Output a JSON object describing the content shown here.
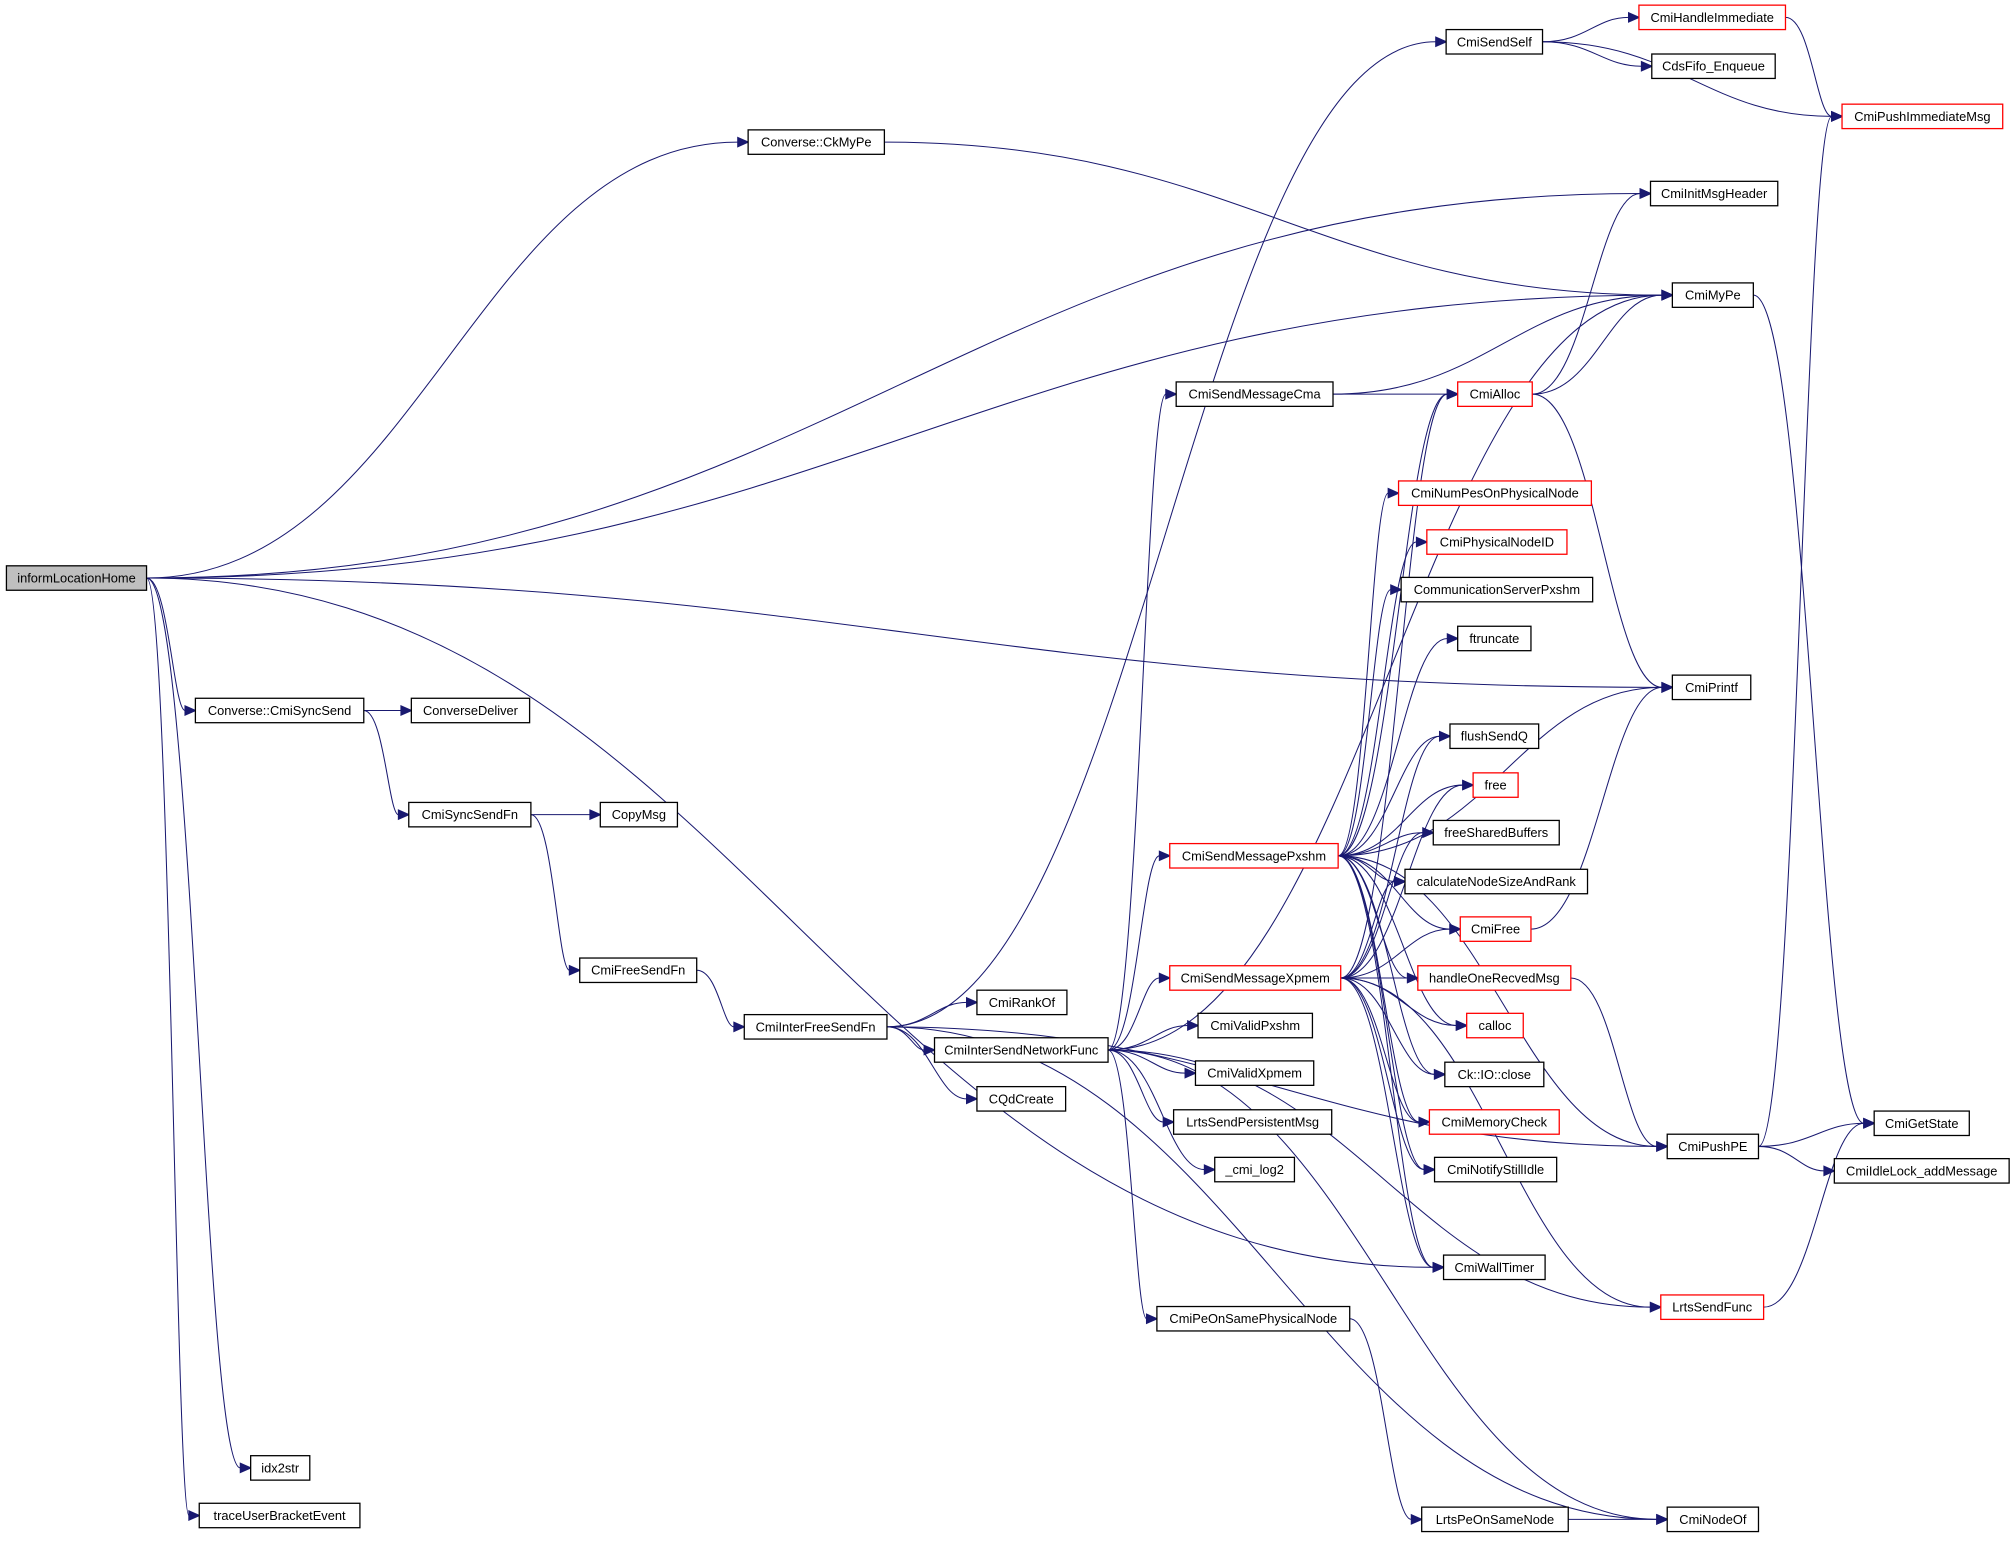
{
  "graph": {
    "type": "call-graph",
    "root": "informLocationHome",
    "colors": {
      "edge": "#191970",
      "node_border_default": "#000000",
      "node_border_truncated": "#ff0000",
      "root_fill": "#bfbfbf",
      "node_fill": "#ffffff"
    },
    "nodes": [
      {
        "id": "informLocationHome",
        "label": "informLocationHome",
        "style": "root"
      },
      {
        "id": "CkMyPe",
        "label": "Converse::CkMyPe",
        "style": "normal"
      },
      {
        "id": "CmiSendSelf",
        "label": "CmiSendSelf",
        "style": "normal"
      },
      {
        "id": "CmiHandleImmediate",
        "label": "CmiHandleImmediate",
        "style": "truncated"
      },
      {
        "id": "CdsFifo_Enqueue",
        "label": "CdsFifo_Enqueue",
        "style": "normal"
      },
      {
        "id": "CmiPushImmediateMsg",
        "label": "CmiPushImmediateMsg",
        "style": "truncated"
      },
      {
        "id": "CmiInitMsgHeader",
        "label": "CmiInitMsgHeader",
        "style": "normal"
      },
      {
        "id": "CmiMyPe",
        "label": "CmiMyPe",
        "style": "normal"
      },
      {
        "id": "CmiSendMessageCma",
        "label": "CmiSendMessageCma",
        "style": "normal"
      },
      {
        "id": "CmiAlloc",
        "label": "CmiAlloc",
        "style": "truncated"
      },
      {
        "id": "CmiNumPesOnPhysicalNode",
        "label": "CmiNumPesOnPhysicalNode",
        "style": "truncated"
      },
      {
        "id": "CmiPhysicalNodeID",
        "label": "CmiPhysicalNodeID",
        "style": "truncated"
      },
      {
        "id": "CommunicationServerPxshm",
        "label": "CommunicationServerPxshm",
        "style": "normal"
      },
      {
        "id": "ftruncate",
        "label": "ftruncate",
        "style": "normal"
      },
      {
        "id": "CmiPrintf",
        "label": "CmiPrintf",
        "style": "normal"
      },
      {
        "id": "flushSendQ",
        "label": "flushSendQ",
        "style": "normal"
      },
      {
        "id": "free",
        "label": "free",
        "style": "truncated"
      },
      {
        "id": "freeSharedBuffers",
        "label": "freeSharedBuffers",
        "style": "normal"
      },
      {
        "id": "CmiSendMessagePxshm",
        "label": "CmiSendMessagePxshm",
        "style": "truncated"
      },
      {
        "id": "calculateNodeSizeAndRank",
        "label": "calculateNodeSizeAndRank",
        "style": "normal"
      },
      {
        "id": "CmiFree",
        "label": "CmiFree",
        "style": "truncated"
      },
      {
        "id": "CmiSendMessageXpmem",
        "label": "CmiSendMessageXpmem",
        "style": "truncated"
      },
      {
        "id": "handleOneRecvedMsg",
        "label": "handleOneRecvedMsg",
        "style": "truncated"
      },
      {
        "id": "calloc",
        "label": "calloc",
        "style": "truncated"
      },
      {
        "id": "CmiRankOf",
        "label": "CmiRankOf",
        "style": "normal"
      },
      {
        "id": "CmiInterFreeSendFn",
        "label": "CmiInterFreeSendFn",
        "style": "normal"
      },
      {
        "id": "CmiInterSendNetworkFunc",
        "label": "CmiInterSendNetworkFunc",
        "style": "normal"
      },
      {
        "id": "CmiValidPxshm",
        "label": "CmiValidPxshm",
        "style": "normal"
      },
      {
        "id": "CQdCreate",
        "label": "CQdCreate",
        "style": "normal"
      },
      {
        "id": "CmiValidXpmem",
        "label": "CmiValidXpmem",
        "style": "normal"
      },
      {
        "id": "CkIOclose",
        "label": "Ck::IO::close",
        "style": "normal"
      },
      {
        "id": "LrtsSendPersistentMsg",
        "label": "LrtsSendPersistentMsg",
        "style": "normal"
      },
      {
        "id": "CmiMemoryCheck",
        "label": "CmiMemoryCheck",
        "style": "truncated"
      },
      {
        "id": "cmi_log2",
        "label": "_cmi_log2",
        "style": "normal"
      },
      {
        "id": "CmiNotifyStillIdle",
        "label": "CmiNotifyStillIdle",
        "style": "normal"
      },
      {
        "id": "CmiPushPE",
        "label": "CmiPushPE",
        "style": "normal"
      },
      {
        "id": "CmiGetState",
        "label": "CmiGetState",
        "style": "normal"
      },
      {
        "id": "CmiIdleLock_addMessage",
        "label": "CmiIdleLock_addMessage",
        "style": "normal"
      },
      {
        "id": "CmiWallTimer",
        "label": "CmiWallTimer",
        "style": "normal"
      },
      {
        "id": "LrtsSendFunc",
        "label": "LrtsSendFunc",
        "style": "truncated"
      },
      {
        "id": "CmiPeOnSamePhysicalNode",
        "label": "CmiPeOnSamePhysicalNode",
        "style": "normal"
      },
      {
        "id": "LrtsPeOnSameNode",
        "label": "LrtsPeOnSameNode",
        "style": "normal"
      },
      {
        "id": "CmiNodeOf",
        "label": "CmiNodeOf",
        "style": "normal"
      },
      {
        "id": "CmiSyncSend",
        "label": "Converse::CmiSyncSend",
        "style": "normal"
      },
      {
        "id": "ConverseDeliver",
        "label": "ConverseDeliver",
        "style": "normal"
      },
      {
        "id": "CmiSyncSendFn",
        "label": "CmiSyncSendFn",
        "style": "normal"
      },
      {
        "id": "CopyMsg",
        "label": "CopyMsg",
        "style": "normal"
      },
      {
        "id": "CmiFreeSendFn",
        "label": "CmiFreeSendFn",
        "style": "normal"
      },
      {
        "id": "idx2str",
        "label": "idx2str",
        "style": "normal"
      },
      {
        "id": "traceUserBracketEvent",
        "label": "traceUserBracketEvent",
        "style": "normal"
      }
    ],
    "edges": [
      [
        "informLocationHome",
        "CkMyPe"
      ],
      [
        "informLocationHome",
        "CmiInitMsgHeader"
      ],
      [
        "informLocationHome",
        "CmiMyPe"
      ],
      [
        "informLocationHome",
        "CmiPrintf"
      ],
      [
        "informLocationHome",
        "CmiSyncSend"
      ],
      [
        "informLocationHome",
        "CmiWallTimer"
      ],
      [
        "informLocationHome",
        "idx2str"
      ],
      [
        "informLocationHome",
        "traceUserBracketEvent"
      ],
      [
        "CkMyPe",
        "CmiMyPe"
      ],
      [
        "CmiSendSelf",
        "CmiHandleImmediate"
      ],
      [
        "CmiSendSelf",
        "CdsFifo_Enqueue"
      ],
      [
        "CmiSendSelf",
        "CmiPushImmediateMsg"
      ],
      [
        "CmiHandleImmediate",
        "CmiPushImmediateMsg"
      ],
      [
        "CmiMyPe",
        "CmiGetState"
      ],
      [
        "CmiSendMessageCma",
        "CmiAlloc"
      ],
      [
        "CmiSendMessageCma",
        "CmiMyPe"
      ],
      [
        "CmiAlloc",
        "CmiInitMsgHeader"
      ],
      [
        "CmiAlloc",
        "CmiMyPe"
      ],
      [
        "CmiAlloc",
        "CmiPrintf"
      ],
      [
        "CmiSyncSend",
        "ConverseDeliver"
      ],
      [
        "CmiSyncSend",
        "CmiSyncSendFn"
      ],
      [
        "CmiSyncSendFn",
        "CopyMsg"
      ],
      [
        "CmiSyncSendFn",
        "CmiFreeSendFn"
      ],
      [
        "CmiFreeSendFn",
        "CmiInterFreeSendFn"
      ],
      [
        "CmiInterFreeSendFn",
        "CmiSendSelf"
      ],
      [
        "CmiInterFreeSendFn",
        "CmiRankOf"
      ],
      [
        "CmiInterFreeSendFn",
        "CmiInterSendNetworkFunc"
      ],
      [
        "CmiInterFreeSendFn",
        "CQdCreate"
      ],
      [
        "CmiInterFreeSendFn",
        "CmiPushPE"
      ],
      [
        "CmiInterFreeSendFn",
        "CmiNodeOf"
      ],
      [
        "CmiInterSendNetworkFunc",
        "CmiMyPe"
      ],
      [
        "CmiInterSendNetworkFunc",
        "CmiSendMessageCma"
      ],
      [
        "CmiInterSendNetworkFunc",
        "CmiSendMessagePxshm"
      ],
      [
        "CmiInterSendNetworkFunc",
        "CmiSendMessageXpmem"
      ],
      [
        "CmiInterSendNetworkFunc",
        "CmiValidPxshm"
      ],
      [
        "CmiInterSendNetworkFunc",
        "CmiValidXpmem"
      ],
      [
        "CmiInterSendNetworkFunc",
        "LrtsSendPersistentMsg"
      ],
      [
        "CmiInterSendNetworkFunc",
        "cmi_log2"
      ],
      [
        "CmiInterSendNetworkFunc",
        "CmiPeOnSamePhysicalNode"
      ],
      [
        "CmiInterSendNetworkFunc",
        "LrtsSendFunc"
      ],
      [
        "CmiInterSendNetworkFunc",
        "CmiNodeOf"
      ],
      [
        "CmiSendMessagePxshm",
        "CmiAlloc"
      ],
      [
        "CmiSendMessagePxshm",
        "CmiNumPesOnPhysicalNode"
      ],
      [
        "CmiSendMessagePxshm",
        "CmiPhysicalNodeID"
      ],
      [
        "CmiSendMessagePxshm",
        "CommunicationServerPxshm"
      ],
      [
        "CmiSendMessagePxshm",
        "ftruncate"
      ],
      [
        "CmiSendMessagePxshm",
        "CmiPrintf"
      ],
      [
        "CmiSendMessagePxshm",
        "flushSendQ"
      ],
      [
        "CmiSendMessagePxshm",
        "free"
      ],
      [
        "CmiSendMessagePxshm",
        "freeSharedBuffers"
      ],
      [
        "CmiSendMessagePxshm",
        "calculateNodeSizeAndRank"
      ],
      [
        "CmiSendMessagePxshm",
        "CmiFree"
      ],
      [
        "CmiSendMessagePxshm",
        "handleOneRecvedMsg"
      ],
      [
        "CmiSendMessagePxshm",
        "calloc"
      ],
      [
        "CmiSendMessagePxshm",
        "CkIOclose"
      ],
      [
        "CmiSendMessagePxshm",
        "CmiMemoryCheck"
      ],
      [
        "CmiSendMessagePxshm",
        "CmiNotifyStillIdle"
      ],
      [
        "CmiSendMessagePxshm",
        "CmiWallTimer"
      ],
      [
        "CmiSendMessagePxshm",
        "CmiPushPE"
      ],
      [
        "CmiSendMessageXpmem",
        "CmiAlloc"
      ],
      [
        "CmiSendMessageXpmem",
        "flushSendQ"
      ],
      [
        "CmiSendMessageXpmem",
        "free"
      ],
      [
        "CmiSendMessageXpmem",
        "freeSharedBuffers"
      ],
      [
        "CmiSendMessageXpmem",
        "calculateNodeSizeAndRank"
      ],
      [
        "CmiSendMessageXpmem",
        "CmiFree"
      ],
      [
        "CmiSendMessageXpmem",
        "handleOneRecvedMsg"
      ],
      [
        "CmiSendMessageXpmem",
        "calloc"
      ],
      [
        "CmiSendMessageXpmem",
        "CkIOclose"
      ],
      [
        "CmiSendMessageXpmem",
        "CmiMemoryCheck"
      ],
      [
        "CmiSendMessageXpmem",
        "CmiNotifyStillIdle"
      ],
      [
        "CmiSendMessageXpmem",
        "CmiWallTimer"
      ],
      [
        "CmiSendMessageXpmem",
        "LrtsSendFunc"
      ],
      [
        "CmiFree",
        "CmiPrintf"
      ],
      [
        "handleOneRecvedMsg",
        "CmiPushPE"
      ],
      [
        "CmiPushPE",
        "CmiPushImmediateMsg"
      ],
      [
        "CmiPushPE",
        "CmiGetState"
      ],
      [
        "CmiPushPE",
        "CmiIdleLock_addMessage"
      ],
      [
        "LrtsSendFunc",
        "CmiGetState"
      ],
      [
        "CmiPeOnSamePhysicalNode",
        "LrtsPeOnSameNode"
      ],
      [
        "LrtsPeOnSameNode",
        "CmiNodeOf"
      ]
    ]
  }
}
